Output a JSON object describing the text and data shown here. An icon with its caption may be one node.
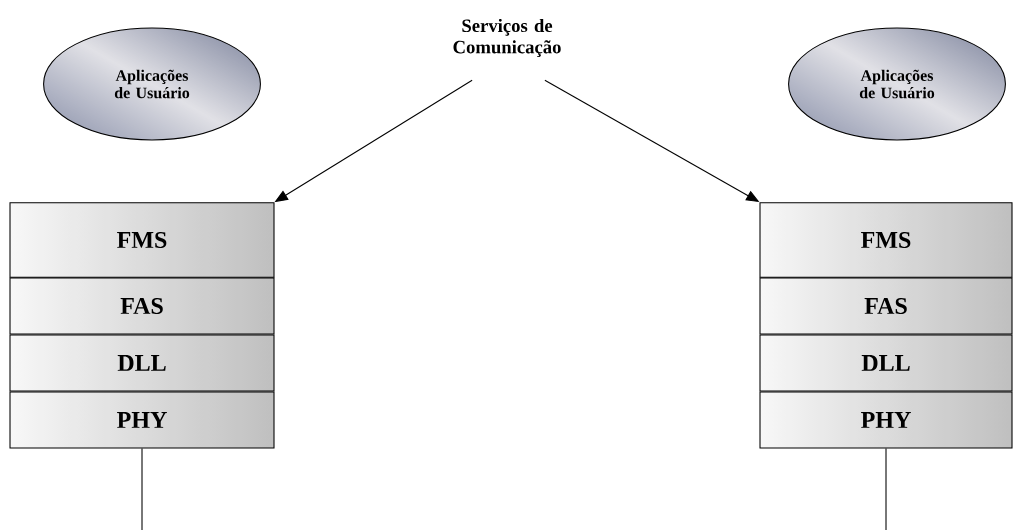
{
  "diagram": {
    "nodes": [
      {
        "text": [
          "Aplicações de Usuário"
        ]
      },
      {
        "text": [
          "Serviços de Comunicação"
        ]
      },
      {
        "text": [
          "Aplicações de Usuário"
        ]
      },
      {
        "text": [
          "FMS"
        ]
      },
      {
        "text": [
          "FAS"
        ]
      },
      {
        "text": [
          "DLL"
        ]
      },
      {
        "text": [
          "PHY"
        ]
      },
      {
        "text": [
          "FMS"
        ]
      },
      {
        "text": [
          "FAS"
        ]
      },
      {
        "text": [
          "DLL"
        ]
      },
      {
        "text": [
          "PHY"
        ]
      }
    ],
    "edges": [
      {
        "from": 1,
        "to": 3,
        "arrow": "to"
      },
      {
        "from": 1,
        "to": 7,
        "arrow": "to"
      },
      {
        "from": 6,
        "to": null,
        "arrow": "none"
      },
      {
        "from": 10,
        "to": null,
        "arrow": "none"
      }
    ]
  }
}
